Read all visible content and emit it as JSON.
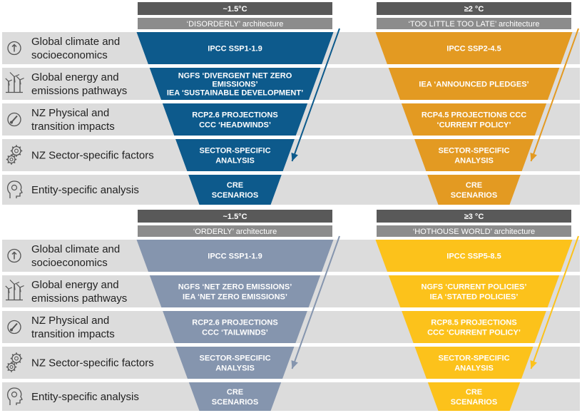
{
  "colors": {
    "row_bg": "#dcdcdc",
    "header_dark": "#595959",
    "header_light": "#8c8c8c",
    "disorderly": "#0d5a8c",
    "too_little": "#e39a22",
    "orderly": "#8595ae",
    "hothouse": "#fcc21b",
    "icon_stroke": "#555555"
  },
  "row_labels": [
    {
      "lines": [
        "Global climate and",
        "socioeconomics"
      ],
      "icon": "upward-arrow-circle-icon"
    },
    {
      "lines": [
        "Global energy and",
        "emissions pathways"
      ],
      "icon": "wind-turbines-icon"
    },
    {
      "lines": [
        "NZ Physical and",
        "transition impacts"
      ],
      "icon": "thermometer-icon"
    },
    {
      "lines": [
        "NZ Sector-specific factors"
      ],
      "icon": "gears-icon"
    },
    {
      "lines": [
        "Entity-specific analysis"
      ],
      "icon": "head-gear-icon"
    }
  ],
  "scenarios": [
    {
      "id": "disorderly",
      "temp": "~1.5°C",
      "architecture": "‘DISORDERLY’ architecture",
      "color": "#0d5a8c",
      "segments": [
        [
          "IPCC SSP1-1.9"
        ],
        [
          "NGFS ‘DIVERGENT NET ZERO",
          "EMISSIONS’",
          "IEA ‘SUSTAINABLE DEVELOPMENT’"
        ],
        [
          "RCP2.6 PROJECTIONS",
          "CCC ‘HEADWINDS’"
        ],
        [
          "SECTOR-SPECIFIC",
          "ANALYSIS"
        ],
        [
          "CRE",
          "SCENARIOS"
        ]
      ]
    },
    {
      "id": "too-little-too-late",
      "temp": "≥2 °C",
      "architecture": "‘TOO LITTLE TOO LATE’ architecture",
      "color": "#e39a22",
      "segments": [
        [
          "IPCC SSP2-4.5"
        ],
        [
          "IEA ‘ANNOUNCED PLEDGES’"
        ],
        [
          "RCP4.5 PROJECTIONS CCC",
          "‘CURRENT POLICY’"
        ],
        [
          "SECTOR-SPECIFIC",
          "ANALYSIS"
        ],
        [
          "CRE",
          "SCENARIOS"
        ]
      ]
    },
    {
      "id": "orderly",
      "temp": "~1.5°C",
      "architecture": "‘ORDERLY’ architecture",
      "color": "#8595ae",
      "segments": [
        [
          "IPCC SSP1-1.9"
        ],
        [
          "NGFS ‘NET ZERO EMISSIONS’",
          "IEA ‘NET ZERO EMISSIONS’"
        ],
        [
          "RCP2.6 PROJECTIONS",
          "CCC ‘TAILWINDS’"
        ],
        [
          "SECTOR-SPECIFIC",
          "ANALYSIS"
        ],
        [
          "CRE",
          "SCENARIOS"
        ]
      ]
    },
    {
      "id": "hothouse-world",
      "temp": "≥3 °C",
      "architecture": "‘HOTHOUSE WORLD’ architecture",
      "color": "#fcc21b",
      "segments": [
        [
          "IPCC SSP5-8.5"
        ],
        [
          "NGFS ‘CURRENT POLICIES’",
          "IEA ‘STATED POLICIES’"
        ],
        [
          "RCP8.5 PROJECTIONS",
          "CCC ‘CURRENT POLICY’"
        ],
        [
          "SECTOR-SPECIFIC",
          "ANALYSIS"
        ],
        [
          "CRE",
          "SCENARIOS"
        ]
      ]
    }
  ]
}
